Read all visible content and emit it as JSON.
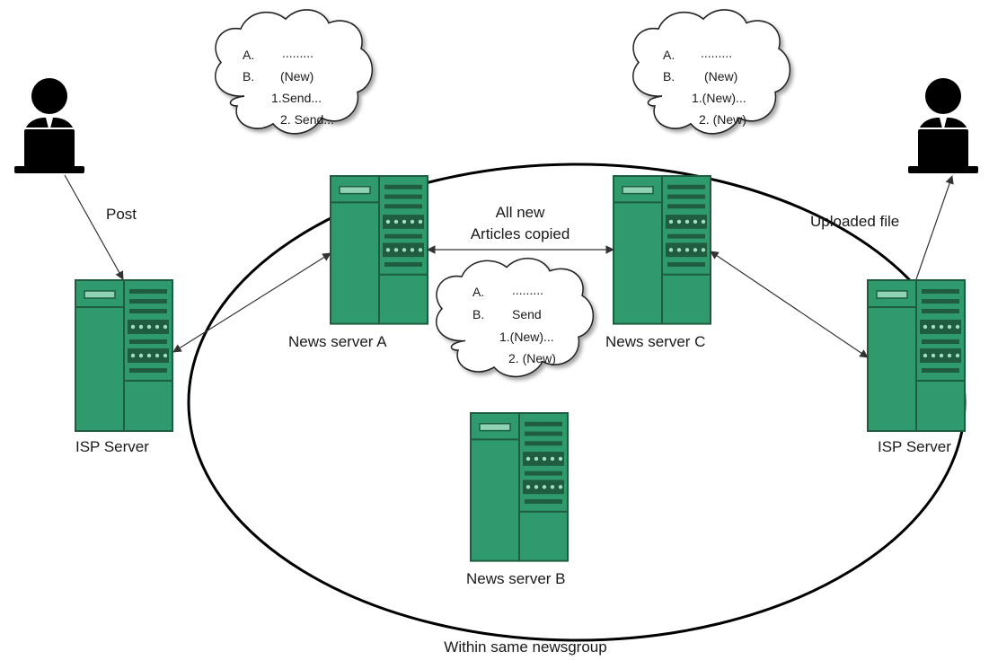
{
  "diagram": {
    "labels": {
      "post": "Post",
      "uploaded_file": "Uploaded file",
      "all_new": "All new",
      "articles_copied": "Articles copied",
      "isp_server_left": "ISP Server",
      "isp_server_right": "ISP Server",
      "news_server_a": "News server A",
      "news_server_b": "News server B",
      "news_server_c": "News server C",
      "group_caption": "Within same newsgroup"
    },
    "clouds": {
      "a": [
        "A.",
        ".........",
        "B.",
        "(New)",
        "1.Send...",
        "2. Send..."
      ],
      "c": [
        "A.",
        ".........",
        "B.",
        "(New)",
        "1.(New)...",
        "2. (New)"
      ],
      "b": [
        "A.",
        ".........",
        "B.",
        "Send",
        "1.(New)...",
        "2. (New)"
      ]
    },
    "colors": {
      "server_fill": "#2f9a6c",
      "server_dark": "#1f5c40",
      "server_light": "#8fd3b4",
      "user": "#000000"
    },
    "icons": [
      "user-icon",
      "server-icon",
      "cloud-icon"
    ]
  }
}
